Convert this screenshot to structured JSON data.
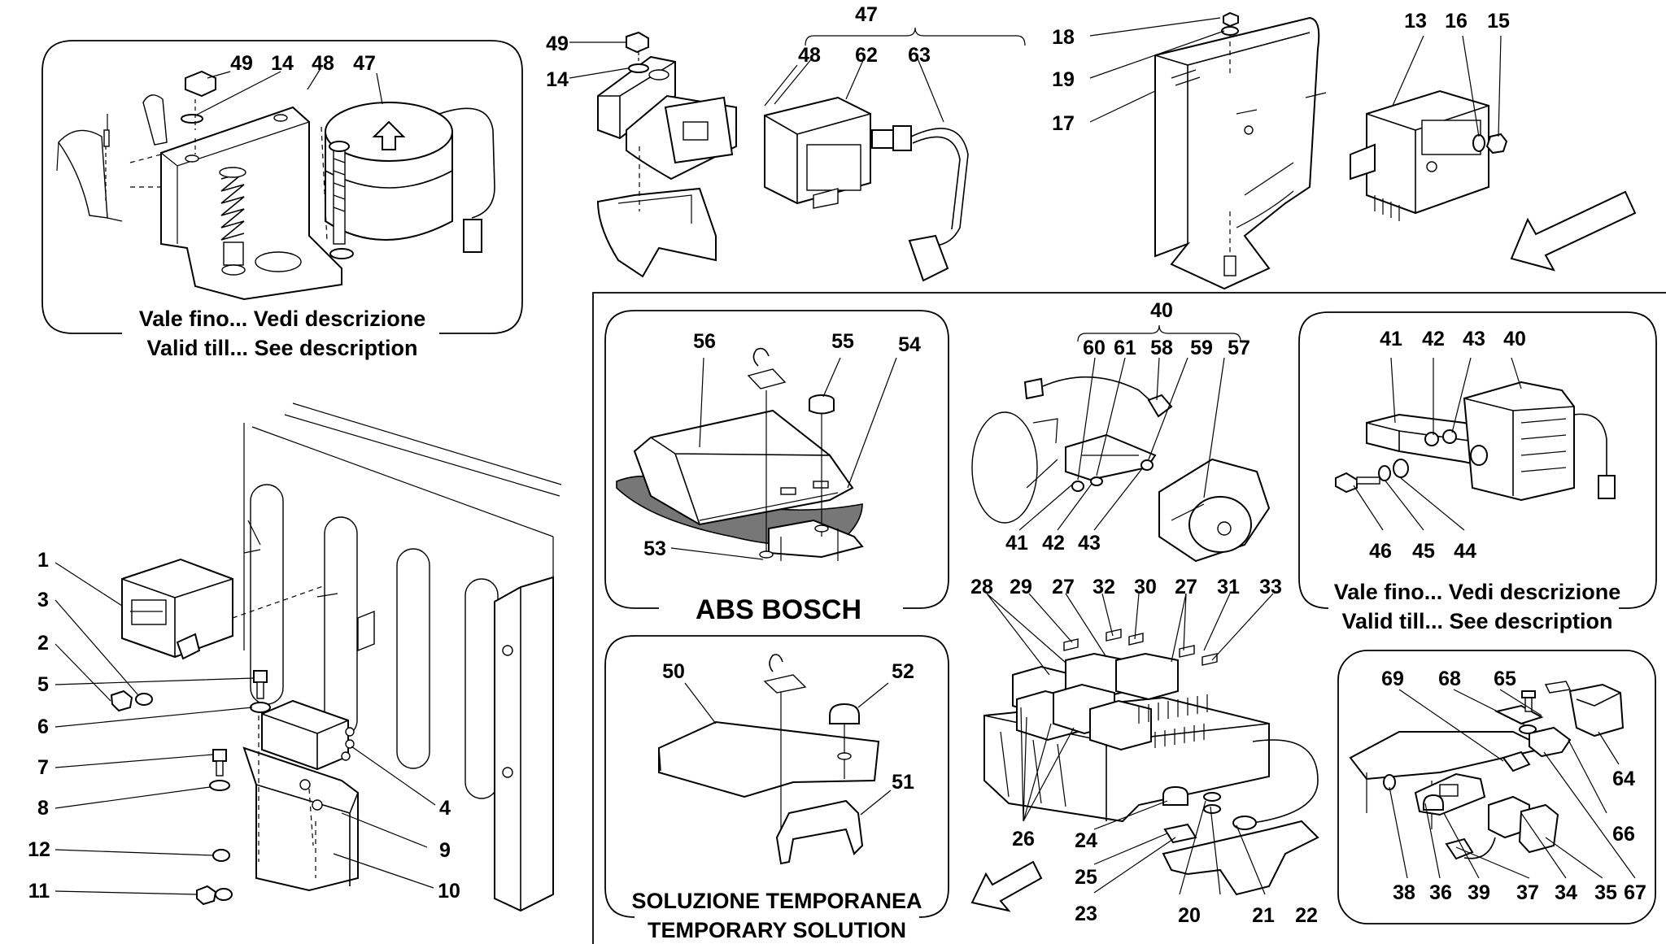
{
  "captions": {
    "valid_till_it_1": "Vale fino... Vedi descrizione",
    "valid_till_en_1": "Valid till... See description",
    "valid_till_it_2": "Vale fino... Vedi descrizione",
    "valid_till_en_2": "Valid till... See description",
    "abs": "ABS BOSCH",
    "temp_it": "SOLUZIONE TEMPORANEA",
    "temp_en": "TEMPORARY SOLUTION"
  },
  "callouts": [
    "49",
    "14",
    "48",
    "47",
    "49",
    "14",
    "47",
    "48",
    "62",
    "63",
    "18",
    "19",
    "17",
    "13",
    "16",
    "15",
    "1",
    "3",
    "2",
    "5",
    "6",
    "7",
    "8",
    "12",
    "11",
    "4",
    "9",
    "10",
    "56",
    "55",
    "54",
    "53",
    "40",
    "60",
    "61",
    "58",
    "59",
    "57",
    "41",
    "42",
    "43",
    "41",
    "42",
    "43",
    "40",
    "46",
    "45",
    "44",
    "28",
    "29",
    "27",
    "32",
    "30",
    "27",
    "31",
    "33",
    "26",
    "24",
    "25",
    "23",
    "20",
    "21",
    "22",
    "50",
    "52",
    "51",
    "69",
    "68",
    "65",
    "64",
    "66",
    "38",
    "36",
    "39",
    "37",
    "34",
    "35",
    "67"
  ]
}
